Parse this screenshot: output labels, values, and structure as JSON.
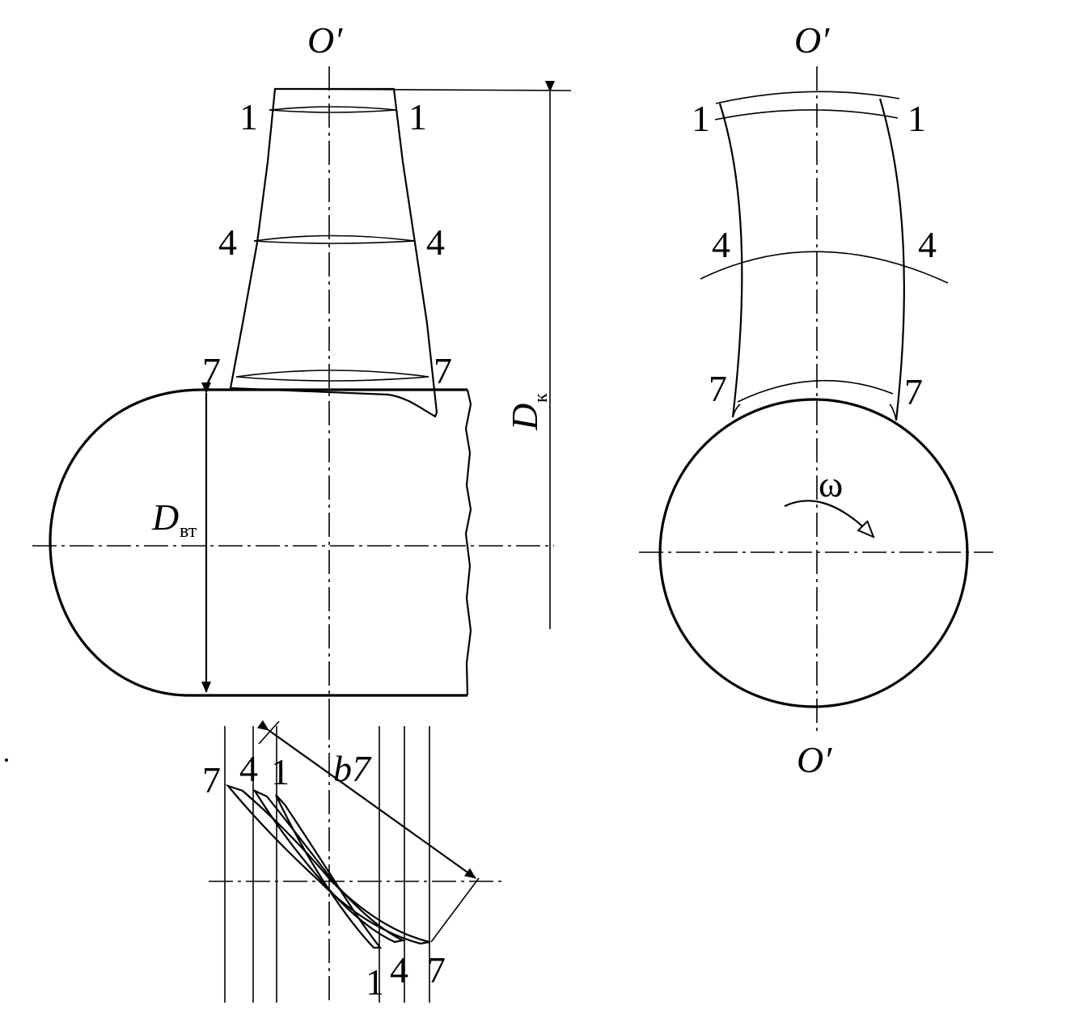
{
  "labels": {
    "axis_top_left": "O′",
    "axis_top_right": "O′",
    "axis_bottom_right": "O′",
    "section_1": "1",
    "section_4": "4",
    "section_7": "7",
    "d_outer_main": "D",
    "d_outer_sub": "к",
    "d_hub_main": "D",
    "d_hub_sub": "вт",
    "chord": "b7",
    "omega": "ω"
  }
}
